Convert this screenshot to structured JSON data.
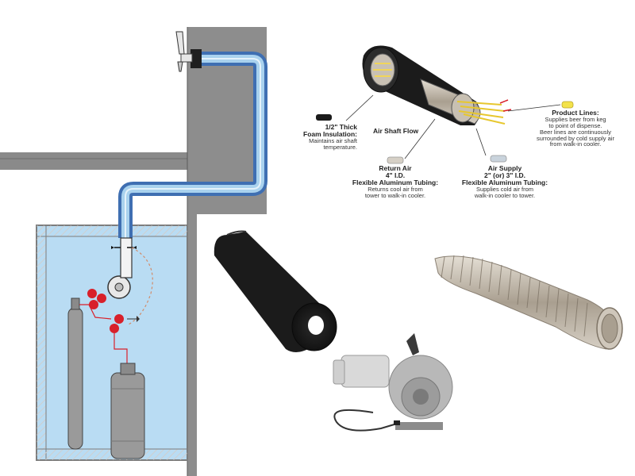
{
  "labels": {
    "foam": {
      "title_line1": "1/2\" Thick",
      "title_line2": "Foam Insulation:",
      "desc_line1": "Maintains air shaft",
      "desc_line2": "temperature."
    },
    "air_shaft_flow": "Air Shaft Flow",
    "return_air": {
      "title_line1": "Return Air",
      "title_line2": "4\" I.D.",
      "title_line3": "Flexible Aluminum Tubing:",
      "desc_line1": "Returns cool air from",
      "desc_line2": "tower to walk-in cooler."
    },
    "air_supply": {
      "title_line1": "Air Supply",
      "title_line2": "2\" (or) 3\" I.D.",
      "title_line3": "Flexible Aluminum Tubing:",
      "desc_line1": "Supplies cold air from",
      "desc_line2": "walk-in cooler to tower."
    },
    "product_lines": {
      "title": "Product Lines:",
      "desc_line1": "Supplies beer from keg",
      "desc_line2": "to point of dispense.",
      "desc_line3": "Beer lines are continuously",
      "desc_line4": "surrounded by cold supply air",
      "desc_line5": "from walk-in cooler."
    }
  },
  "colors": {
    "wall": "#8f8f8f",
    "cooler_water": "#b9dcf3",
    "pipe_outer": "#3f6fb2",
    "pipe_inner": "#a9d2ee",
    "valve_red": "#d8202a",
    "tank_gray": "#9a9a9a",
    "foam_black": "#1b1b1b",
    "product_line_yellow": "#f3e24a",
    "aluminum": "#b8aea0"
  }
}
